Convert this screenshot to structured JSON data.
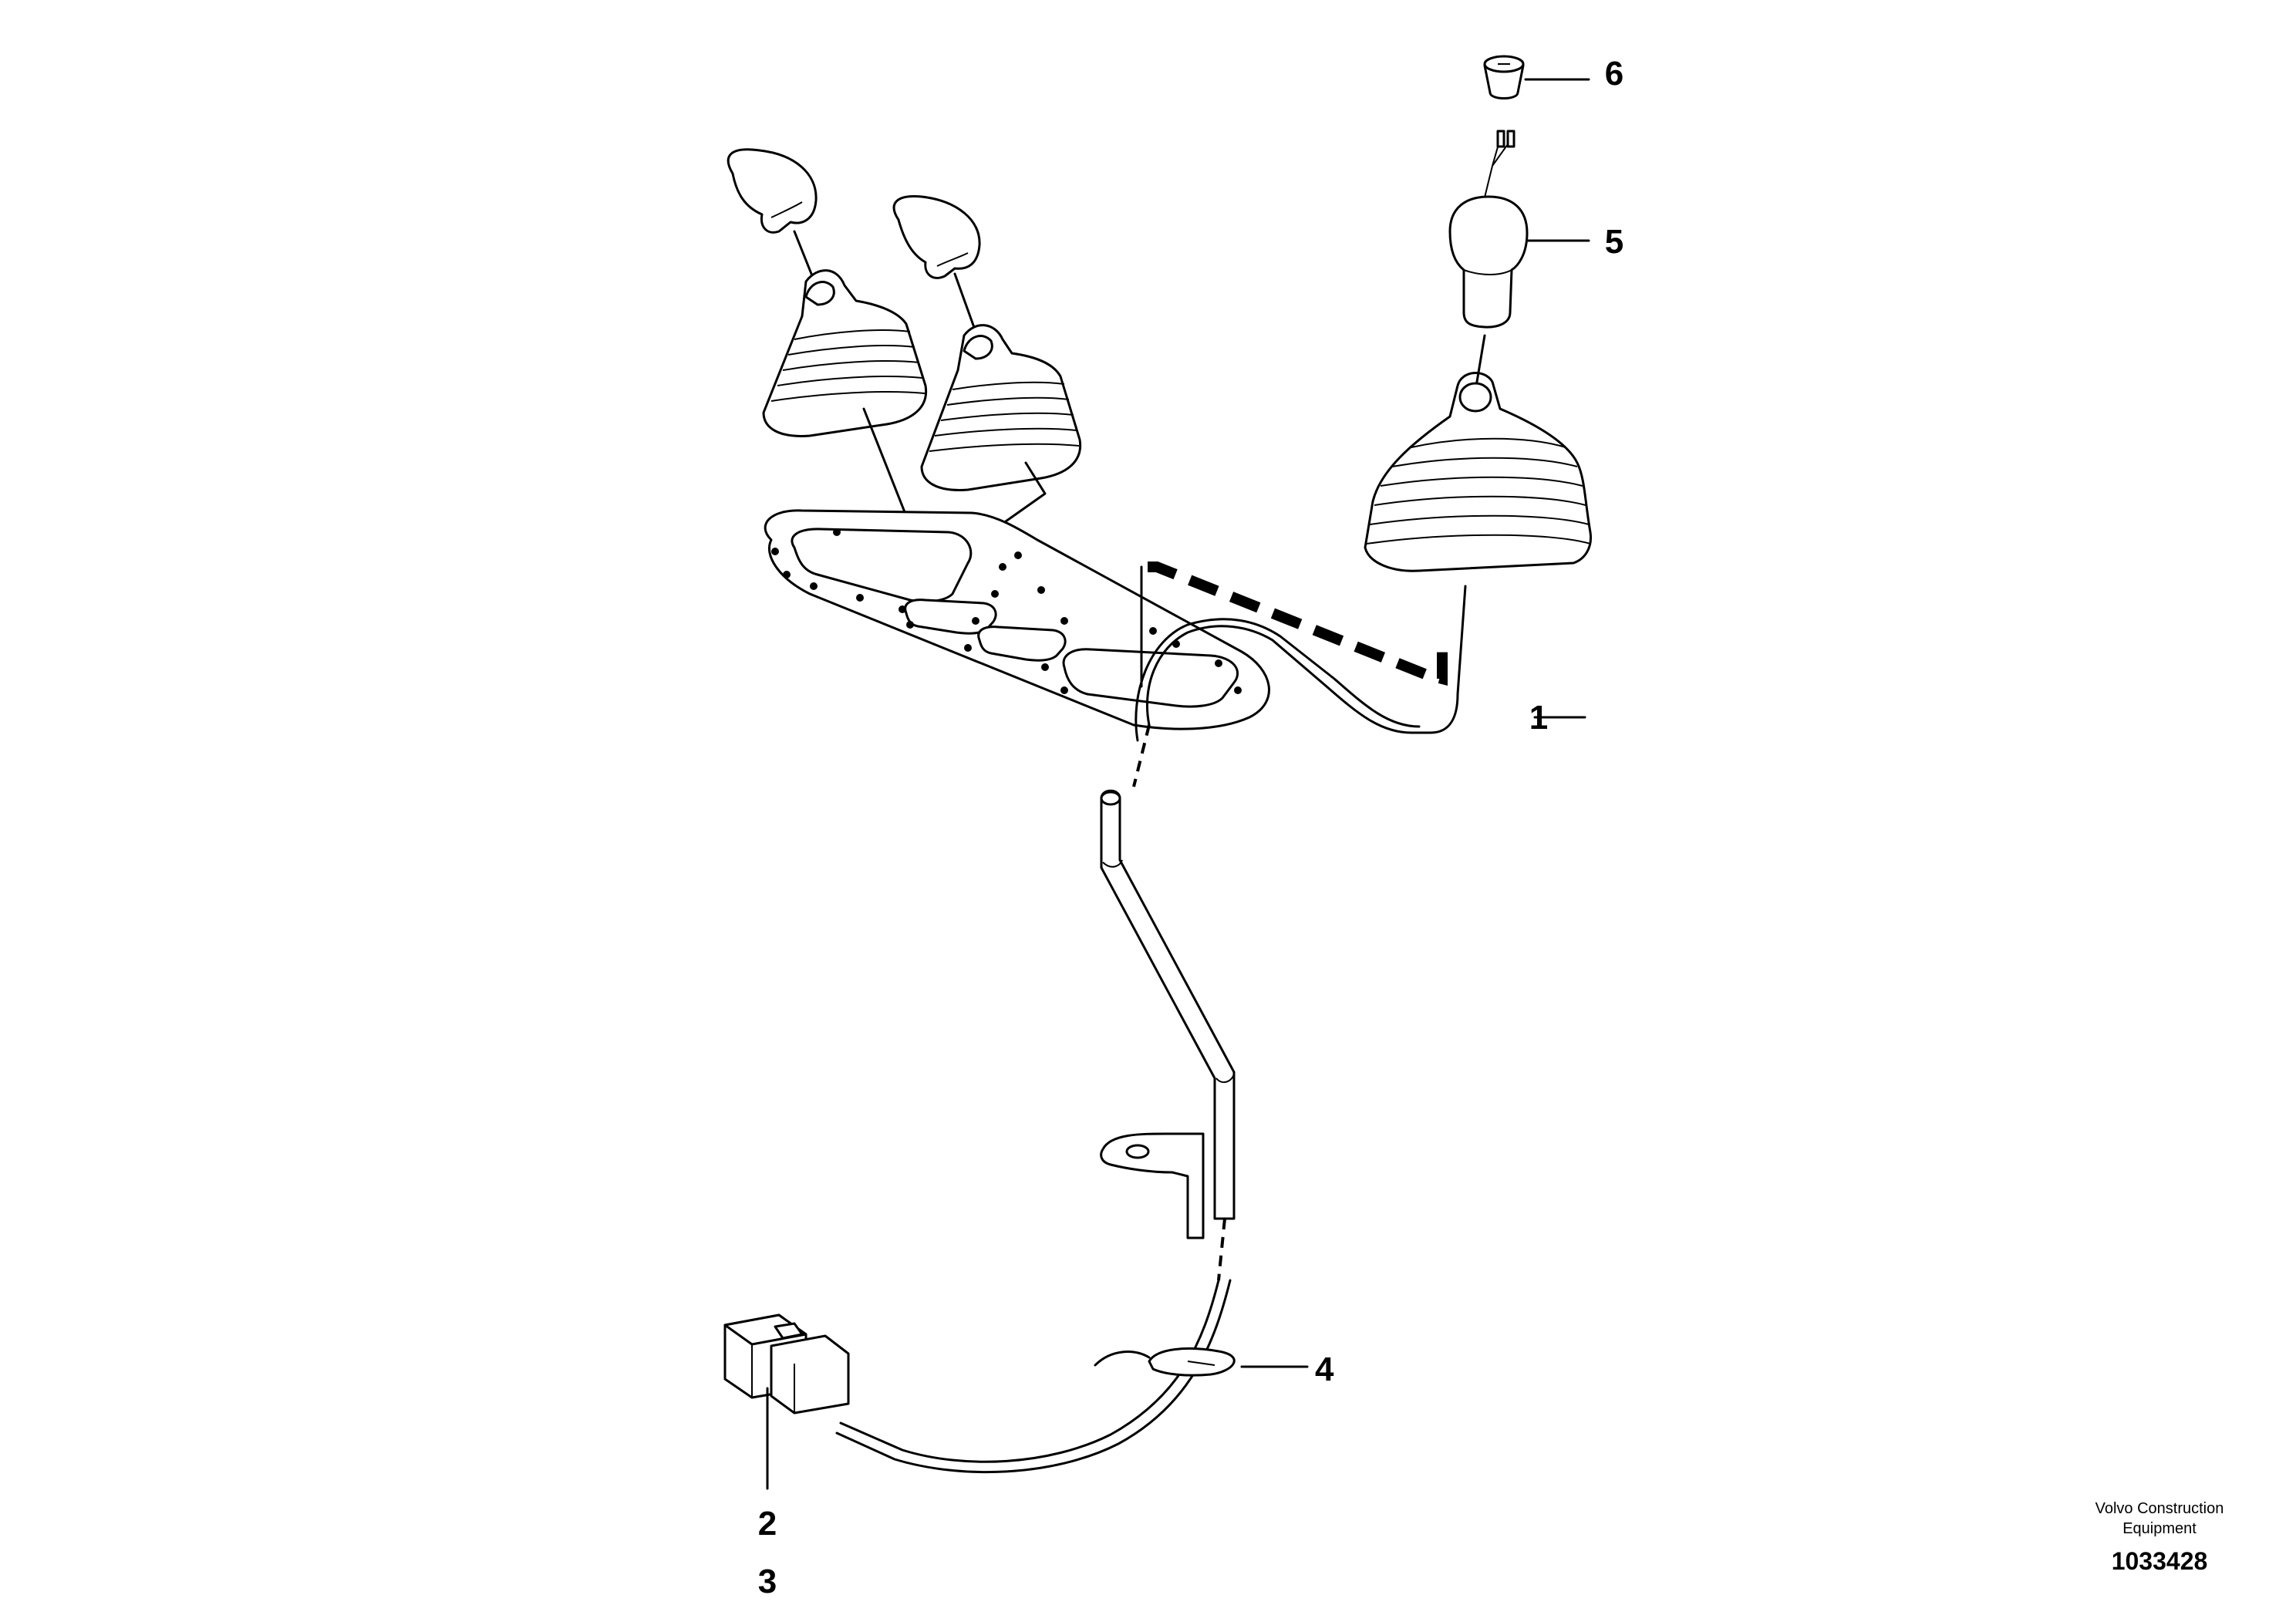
{
  "callouts": {
    "c1": "1",
    "c2": "2",
    "c3": "3",
    "c4": "4",
    "c5": "5",
    "c6": "6"
  },
  "footer": {
    "company_line1": "Volvo Construction",
    "company_line2": "Equipment",
    "drawing_number": "1033428"
  },
  "colors": {
    "line": "#000000",
    "background": "#ffffff"
  }
}
